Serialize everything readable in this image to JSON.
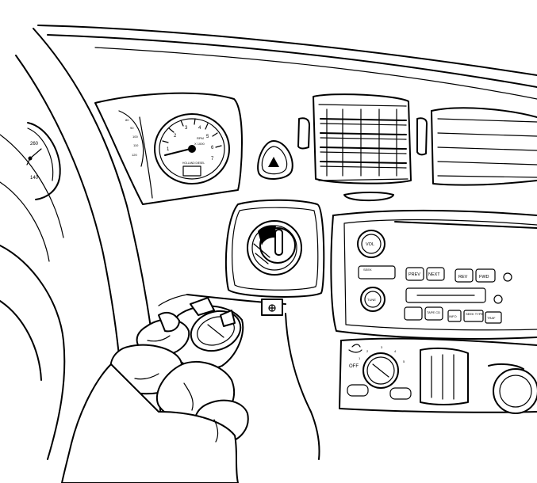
{
  "cluster": {
    "speedo_ticks_left": [
      "260",
      "140"
    ],
    "speedo_ticks_right": [
      "80",
      "90",
      "100",
      "110",
      "120"
    ],
    "tacho_numbers": [
      "1",
      "2",
      "3",
      "4",
      "5",
      "6",
      "7"
    ],
    "tacho_label_1": "RPM",
    "tacho_label_2": "X 1000",
    "tacho_footer": "HOLLAND DIESEL"
  },
  "radio": {
    "vol": "VOL",
    "seek": "SEEK",
    "prev": "PREV",
    "next": "NEXT",
    "rev": "REV",
    "fwd": "FWD",
    "tune": "TUNE",
    "tape": "TAPE CD",
    "info": "INFO",
    "seek_type": "SEEK TYPE",
    "traf": "TRAF"
  },
  "hvac": {
    "off": "OFF",
    "dial": [
      "1",
      "2",
      "3",
      "4",
      "5"
    ]
  }
}
